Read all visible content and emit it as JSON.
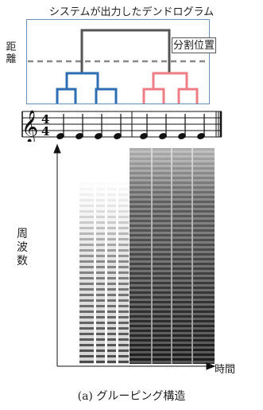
{
  "dendrogram": {
    "title": "システムが出力したデンドログラム",
    "split_label": "分割位置",
    "y_axis_label": "距離",
    "colors": {
      "left_cluster": "#2e6db4",
      "right_cluster": "#ef7d86",
      "root": "#555555",
      "split_line": "#888888",
      "box": "#6a8fb8"
    }
  },
  "score": {
    "clef": "𝄞",
    "time_signature_top": "4",
    "time_signature_bottom": "4"
  },
  "spectrogram": {
    "y_axis_label": "周波数",
    "x_axis_label": "時間"
  },
  "caption": "(a) グルーピング構造"
}
